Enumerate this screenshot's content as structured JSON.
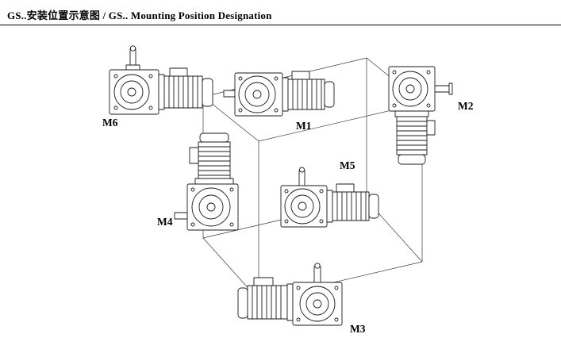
{
  "title": "GS..安装位置示意图 / GS.. Mounting Position Designation",
  "labels": {
    "m1": "M1",
    "m2": "M2",
    "m3": "M3",
    "m4": "M4",
    "m5": "M5",
    "m6": "M6"
  },
  "colors": {
    "line": "#1b1b1b",
    "cube_line": "#3a3a3a",
    "background": "#ffffff"
  }
}
